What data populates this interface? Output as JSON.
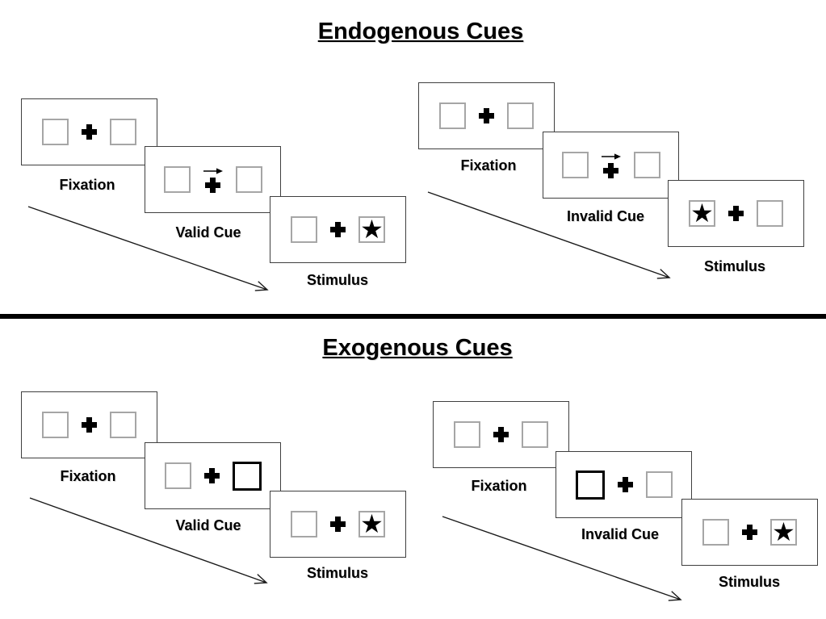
{
  "slide": {
    "background": "#ffffff",
    "divider_color": "#000000"
  },
  "colors": {
    "panel_border": "#3f3f3f",
    "box_border": "#a6a6a6",
    "cued_box_border": "#000000",
    "ink": "#000000"
  },
  "icons": {
    "star": "★"
  },
  "sections": [
    {
      "title": "Endogenous Cues",
      "groups": [
        {
          "condition": "valid",
          "cue_style": "central-arrow",
          "cued_side": "right",
          "target_side": "right",
          "panels": [
            {
              "label": "Fixation"
            },
            {
              "label": "Valid Cue"
            },
            {
              "label": "Stimulus"
            }
          ]
        },
        {
          "condition": "invalid",
          "cue_style": "central-arrow",
          "cued_side": "right",
          "target_side": "left",
          "panels": [
            {
              "label": "Fixation"
            },
            {
              "label": "Invalid Cue"
            },
            {
              "label": "Stimulus"
            }
          ]
        }
      ]
    },
    {
      "title": "Exogenous Cues",
      "groups": [
        {
          "condition": "valid",
          "cue_style": "peripheral-box",
          "cued_side": "right",
          "target_side": "right",
          "panels": [
            {
              "label": "Fixation"
            },
            {
              "label": "Valid Cue"
            },
            {
              "label": "Stimulus"
            }
          ]
        },
        {
          "condition": "invalid",
          "cue_style": "peripheral-box",
          "cued_side": "left",
          "target_side": "right",
          "panels": [
            {
              "label": "Fixation"
            },
            {
              "label": "Invalid Cue"
            },
            {
              "label": "Stimulus"
            }
          ]
        }
      ]
    }
  ]
}
